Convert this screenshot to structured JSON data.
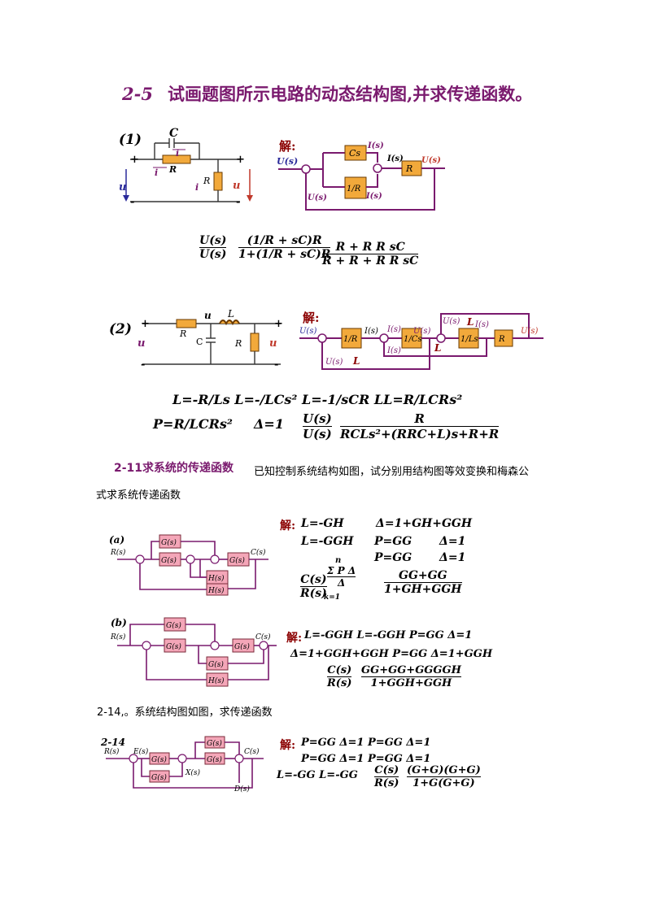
{
  "problem_2_5": {
    "number": "2-5",
    "title": "试画题图所示电路的动态结构图,并求传递函数。",
    "part1_label": "(1)",
    "part2_label": "(2)",
    "solution_label": "解:",
    "circuit1": {
      "c": "C",
      "i1": "i",
      "i2": "i",
      "r1": "R",
      "r2": "R",
      "i": "i",
      "ur": "u",
      "uc": "u",
      "plus": "+",
      "minus": "-"
    },
    "block1": {
      "in": "U(s)",
      "cs": "Cs",
      "i1s": "I(s)",
      "is": "I(s)",
      "out": "U(s)",
      "r2": "R",
      "inv_r1": "1/R",
      "i2s": "I(s)",
      "uc_fb": "U(s)"
    },
    "tf1": {
      "lhs_num": "U(s)",
      "lhs_den": "U(s)",
      "mid_num": "(1/R + sC)R",
      "mid_den": "1+(1/R + sC)R",
      "rhs_num": "R + R R sC",
      "rhs_den": "R + R + R R sC"
    },
    "circuit2": {
      "u1": "u",
      "L": "L",
      "R1": "R",
      "C": "C",
      "R2": "R",
      "ur": "u",
      "uc": "u",
      "plus": "+",
      "minus": "-"
    },
    "block2": {
      "ur": "U(s)",
      "inv_r1": "1/R",
      "is": "I(s)",
      "i1": "I(s)",
      "u1": "U(s)",
      "inv_cs": "1/Cs",
      "uc": "U(s)",
      "L1": "L",
      "i1s": "I(s)",
      "inv_ls": "1/Ls",
      "r2": "R",
      "out": "U(s)",
      "i2": "I(s)",
      "L2": "L",
      "u1b": "U(s)",
      "L3": "L"
    },
    "loops2": {
      "line1": "L=-R/Ls   L=-/LCs²   L=-1/sCR   LL=R/LCRs²",
      "line2a": "P=R/LCRs²",
      "line2b": "Δ=1",
      "lhs_num": "U(s)",
      "lhs_den": "U(s)",
      "rhs_num": "R",
      "rhs_den": "RCLs²+(RRC+L)s+R+R"
    }
  },
  "problem_2_11": {
    "head": "2-11求系统的传递函数",
    "text1": "已知控制系统结构如图，试分别用结构图等效变换和梅森公",
    "text2": "式求系统传递函数",
    "a": {
      "label": "(a)",
      "R": "R(s)",
      "C": "C(s)",
      "G1": "G(s)",
      "G2": "G(s)",
      "G3": "G(s)",
      "H1": "H(s)",
      "H2": "H(s)",
      "sol": "解:",
      "l1": "L=-GH",
      "d": "Δ=1+GH+GGH",
      "l2": "L=-GGH",
      "p1": "P=GG",
      "d1": "Δ=1",
      "p2": "P=GG",
      "d2": "Δ=1",
      "mason_top": "n",
      "mason_sum": "Σ P Δ",
      "mason_k": "k=1",
      "mason_den": "Δ",
      "lhs_num": "C(s)",
      "lhs_den": "R(s)",
      "rhs_num": "GG+GG",
      "rhs_den": "1+GH+GGH"
    },
    "b": {
      "label": "(b)",
      "R": "R(s)",
      "C": "C(s)",
      "G1": "G(s)",
      "G2": "G(s)",
      "G3": "G(s)",
      "G4": "G(s)",
      "H": "H(s)",
      "sol": "解:",
      "line1": "L=-GGH  L=-GGH   P=GG  Δ=1",
      "line2": "Δ=1+GGH+GGH   P=GG   Δ=1+GGH",
      "lhs_num": "C(s)",
      "lhs_den": "R(s)",
      "rhs_num": "GG+GG+GGGGH",
      "rhs_den": "1+GGH+GGH"
    }
  },
  "problem_2_14": {
    "text": "2-14,。系统结构图如图，求传递函数",
    "label": "2-14",
    "R": "R(s)",
    "E": "E(s)",
    "C": "C(s)",
    "X": "X(s)",
    "D": "D(s)",
    "G1": "G(s)",
    "G2": "G(s)",
    "G3": "G(s)",
    "G4": "G(s)",
    "sol": "解:",
    "line1": "P=GG  Δ=1  P=GG  Δ=1",
    "line2": "P=GG   Δ=1  P=GG  Δ=1",
    "line3": "L=-GG  L=-GG",
    "lhs_num": "C(s)",
    "lhs_den": "R(s)",
    "rhs_num": "(G+G)(G+G)",
    "rhs_den": "1+G(G+G)"
  },
  "colors": {
    "title": "#7a1a6e",
    "solution": "#8b0000",
    "block_orange": "#f2a93b",
    "block_pink": "#f4a6b8"
  }
}
